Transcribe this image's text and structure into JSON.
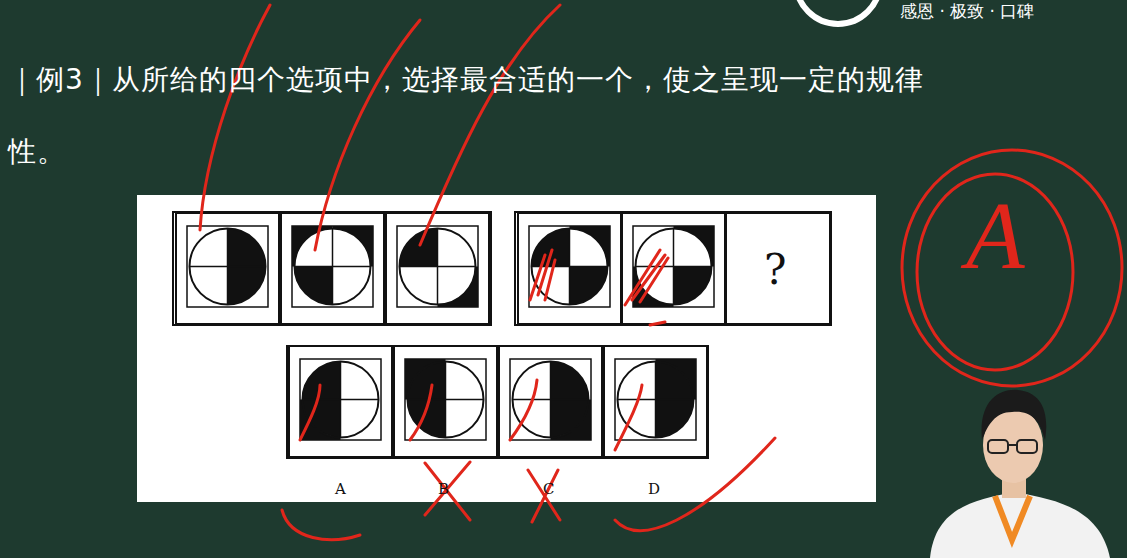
{
  "diagram": {
    "labels": [
      "｜例3｜从所给的四个选项中，选择最合适的一个，使之呈现一定的规律性。",
      "?",
      "A",
      "B",
      "C",
      "D",
      "A",
      "感恩 · 极致 · 口碑"
    ]
  }
}
